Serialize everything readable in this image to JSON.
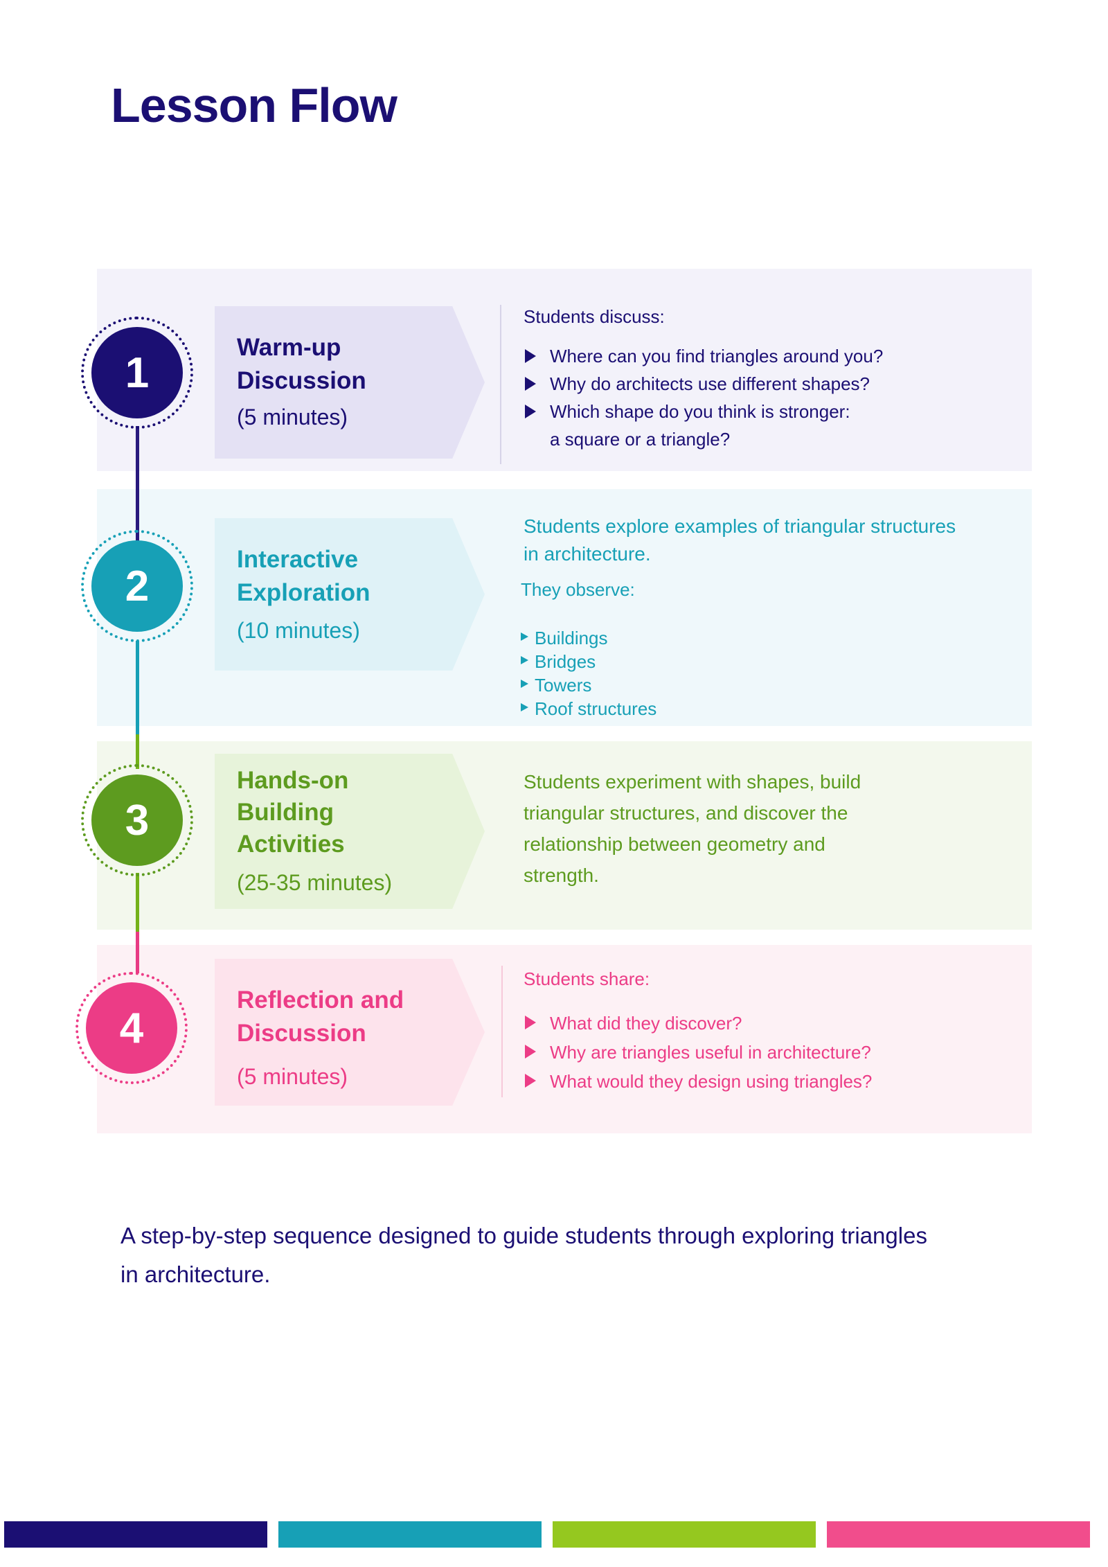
{
  "page": {
    "title": "Lesson Flow"
  },
  "steps": [
    {
      "number": "1",
      "heading_line1": "Warm-up",
      "heading_line2": "Discussion",
      "duration": "(5 minutes)",
      "label": "Students discuss:",
      "items": [
        "Where can you find triangles around you?",
        "Why do architects use different shapes?",
        "Which shape do you think is stronger:",
        "a square or a triangle?"
      ],
      "color": "#1b0f73"
    },
    {
      "number": "2",
      "heading_line1": "Interactive",
      "heading_line2": "Exploration",
      "duration": "(10 minutes)",
      "intro": "Students explore examples of triangular structures in architecture.",
      "label": "They observe:",
      "items": [
        "Buildings",
        "Bridges",
        "Towers",
        "Roof structures"
      ],
      "color": "#17a0b6"
    },
    {
      "number": "3",
      "heading_line1": "Hands-on",
      "heading_line2": "Building",
      "heading_line3": "Activities",
      "duration": "(25-35 minutes)",
      "text": "Students experiment with shapes, build triangular structures, and discover the relationship between geometry and strength.",
      "color": "#5d9b1f"
    },
    {
      "number": "4",
      "heading_line1": "Reflection and",
      "heading_line2": "Discussion",
      "duration": "(5 minutes)",
      "label": "Students share:",
      "items": [
        "What did they discover?",
        "Why are triangles useful in architecture?",
        "What would they design using triangles?"
      ],
      "color": "#ec3c86"
    }
  ],
  "footer": {
    "note": "A step-by-step sequence designed to guide students through exploring triangles in architecture.",
    "bar_colors": [
      "#1b0f73",
      "#17a0b6",
      "#95c81f",
      "#f14d8c"
    ]
  }
}
